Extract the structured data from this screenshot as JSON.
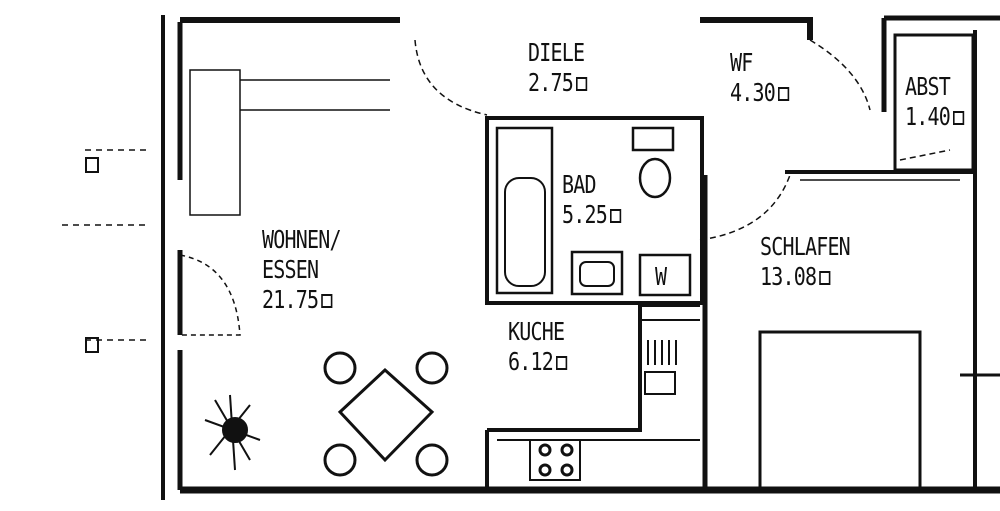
{
  "rooms": [
    {
      "name": "DIELE",
      "area": "2.75"
    },
    {
      "name": "WF",
      "area": "4.30"
    },
    {
      "name": "ABST",
      "area": "1.40"
    },
    {
      "name": "BAD",
      "area": "5.25"
    },
    {
      "name": "WOHNEN/",
      "name2": "ESSEN",
      "area": "21.75"
    },
    {
      "name": "KUCHE",
      "area": "6.12"
    },
    {
      "name": "SCHLAFEN",
      "area": "13.08"
    }
  ],
  "washer_label": "W"
}
